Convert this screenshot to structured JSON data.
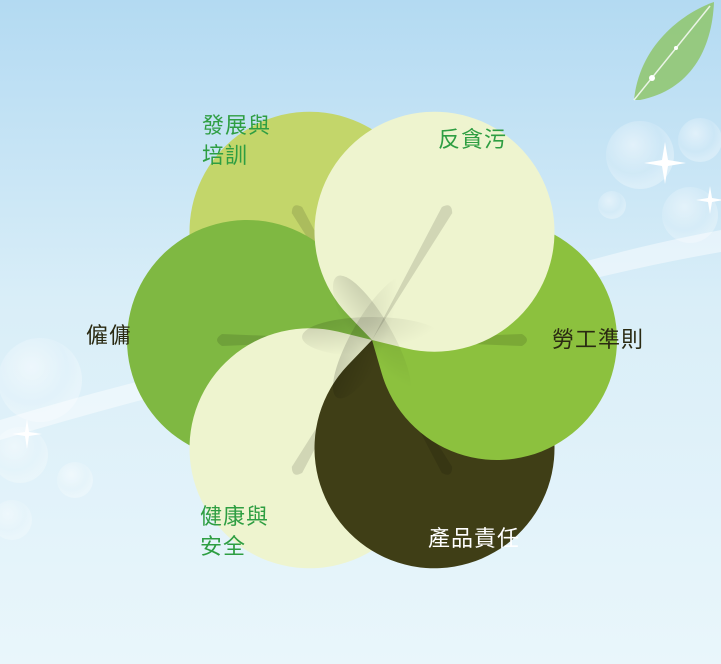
{
  "colors": {
    "sky_top": "#b3daf2",
    "sky_mid": "#d9eef8",
    "sky_bottom": "#e9f6fb",
    "petal_development": "#c3d66a",
    "petal_anti_corruption": "#eef4cf",
    "petal_labour": "#8cc13e",
    "petal_product": "#3f3e16",
    "petal_health": "#eef4cf",
    "petal_employment": "#7fb842",
    "label_green": "#2e9e42",
    "label_dark": "#2a2a12",
    "label_light": "#ffffff",
    "leaf": "#8fc56b"
  },
  "petals": [
    {
      "id": "development",
      "line1": "發展與",
      "line2": "培訓"
    },
    {
      "id": "anti_corruption",
      "line1": "反貪污",
      "line2": ""
    },
    {
      "id": "labour",
      "line1": "勞工準則",
      "line2": ""
    },
    {
      "id": "product",
      "line1": "產品責任",
      "line2": ""
    },
    {
      "id": "health",
      "line1": "健康與",
      "line2": "安全"
    },
    {
      "id": "employment",
      "line1": "僱傭",
      "line2": ""
    }
  ]
}
